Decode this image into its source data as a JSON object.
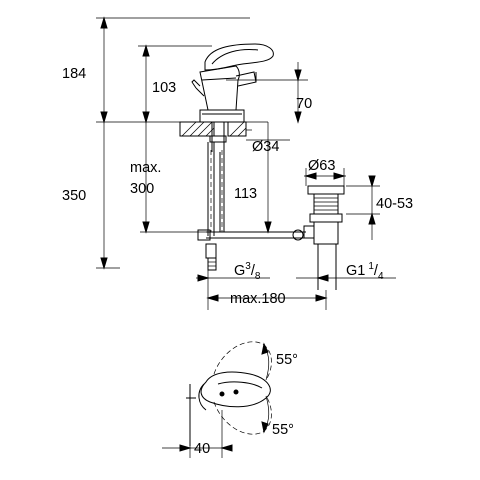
{
  "dimensions": {
    "overall_height": "184",
    "spout_height": "103",
    "spout_reach": "70",
    "hole_diameter": "Ø34",
    "total_length": "350",
    "max_label": "max.",
    "flexible_length": "300",
    "rod_offset": "113",
    "waste_diameter": "Ø63",
    "waste_range": "40-53",
    "thread_inlet_base": "G",
    "thread_inlet_num": "3",
    "thread_inlet_den": "8",
    "thread_waste_base": "G1",
    "thread_waste_num": "1",
    "thread_waste_den": "4",
    "max_reach": "max.180",
    "lever_angle_top": "55°",
    "lever_angle_bottom": "55°",
    "lever_offset": "40"
  }
}
